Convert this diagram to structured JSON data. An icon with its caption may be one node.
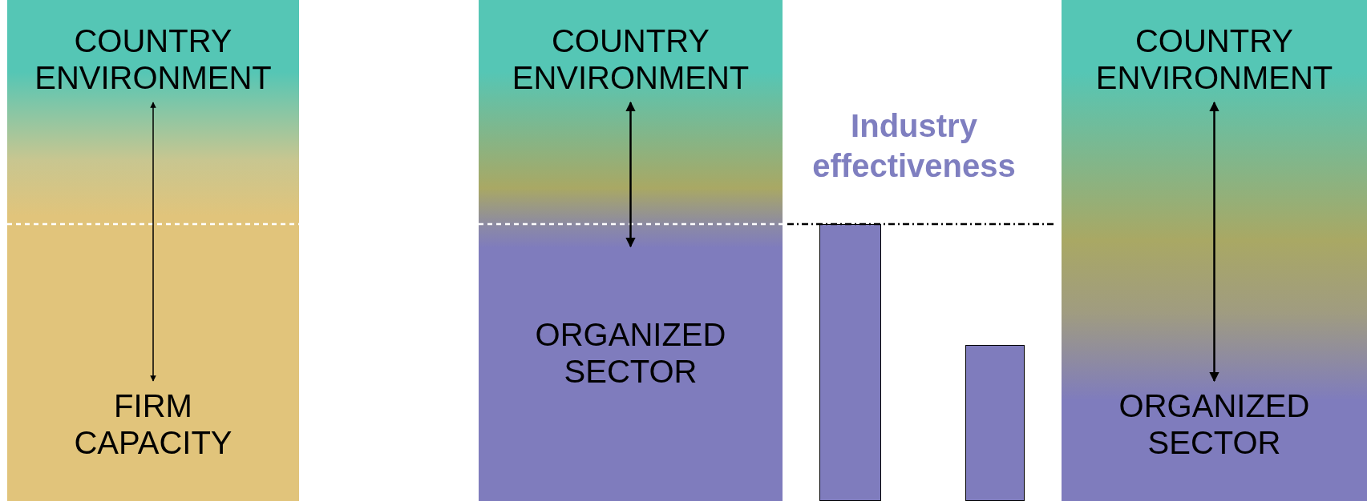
{
  "diagram": {
    "nodes": [
      {
        "text": [],
        "shape": "box"
      },
      {
        "text": [
          "COUNTRY ENVIRONMENT"
        ],
        "in": 0
      },
      {
        "text": [
          "FIRM CAPACITY"
        ],
        "in": 0
      },
      {
        "text": [],
        "shape": "box"
      },
      {
        "text": [
          "COUNTRY ENVIRONMENT"
        ],
        "in": 3
      },
      {
        "text": [
          "ORGANIZED SECTOR"
        ],
        "in": 3
      },
      {
        "text": [],
        "shape": "bar"
      },
      {
        "text": [],
        "shape": "bar"
      },
      {
        "text": [],
        "shape": "box"
      },
      {
        "text": [
          "COUNTRY ENVIRONMENT"
        ],
        "in": 8
      },
      {
        "text": [
          "ORGANIZED SECTOR"
        ],
        "in": 8
      }
    ],
    "edges": [
      {
        "from": 1,
        "to": 2,
        "arrow": "both"
      },
      {
        "from": 4,
        "to": 5,
        "arrow": "both"
      },
      {
        "from": 9,
        "to": 10,
        "arrow": "both"
      }
    ],
    "labels": [
      "Industry effectiveness"
    ]
  }
}
